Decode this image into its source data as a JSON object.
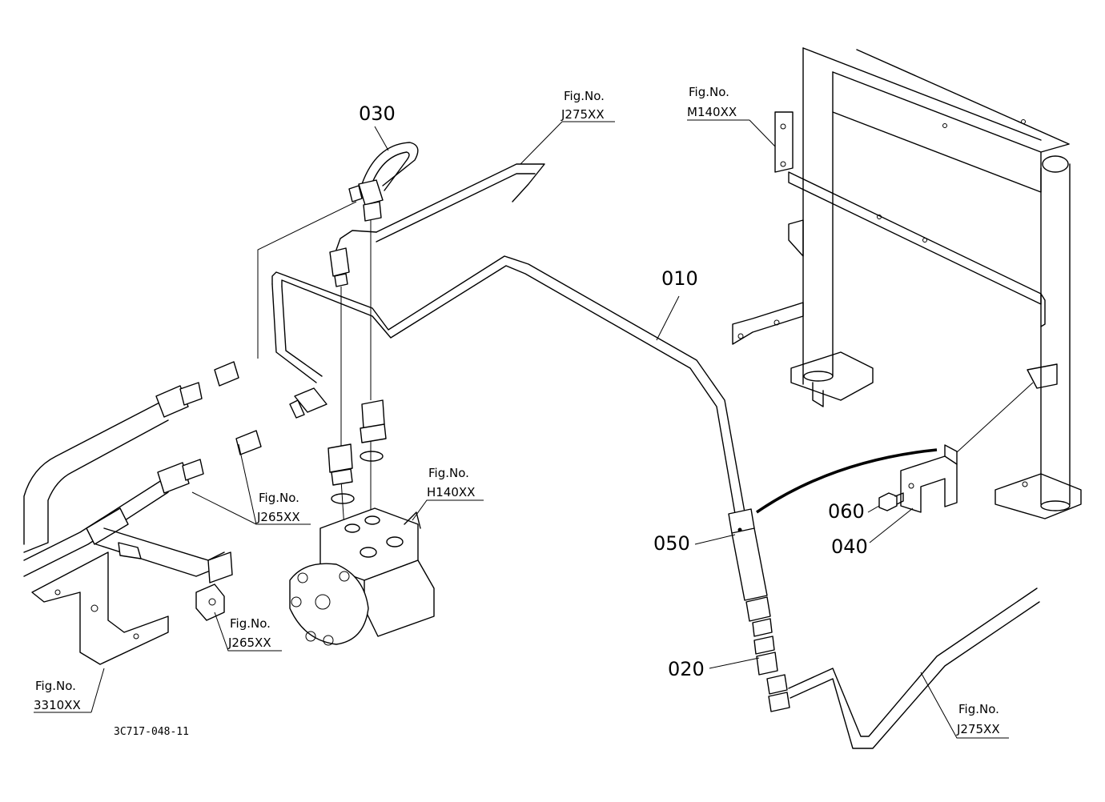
{
  "parts": {
    "p010": "010",
    "p020": "020",
    "p030": "030",
    "p040": "040",
    "p050": "050",
    "p060": "060"
  },
  "refs": {
    "r_j275_top": {
      "label": "Fig.No.",
      "code": "J275XX"
    },
    "r_m140": {
      "label": "Fig.No.",
      "code": "M140XX"
    },
    "r_h140": {
      "label": "Fig.No.",
      "code": "H140XX"
    },
    "r_j265_mid": {
      "label": "Fig.No.",
      "code": "J265XX"
    },
    "r_j265_low": {
      "label": "Fig.No.",
      "code": "J265XX"
    },
    "r_3310": {
      "label": "Fig.No.",
      "code": "3310XX"
    },
    "r_j275_bottom": {
      "label": "Fig.No.",
      "code": "J275XX"
    }
  },
  "drawing_code": "3C717-048-11",
  "line_color": "#000000",
  "background_color": "#ffffff"
}
